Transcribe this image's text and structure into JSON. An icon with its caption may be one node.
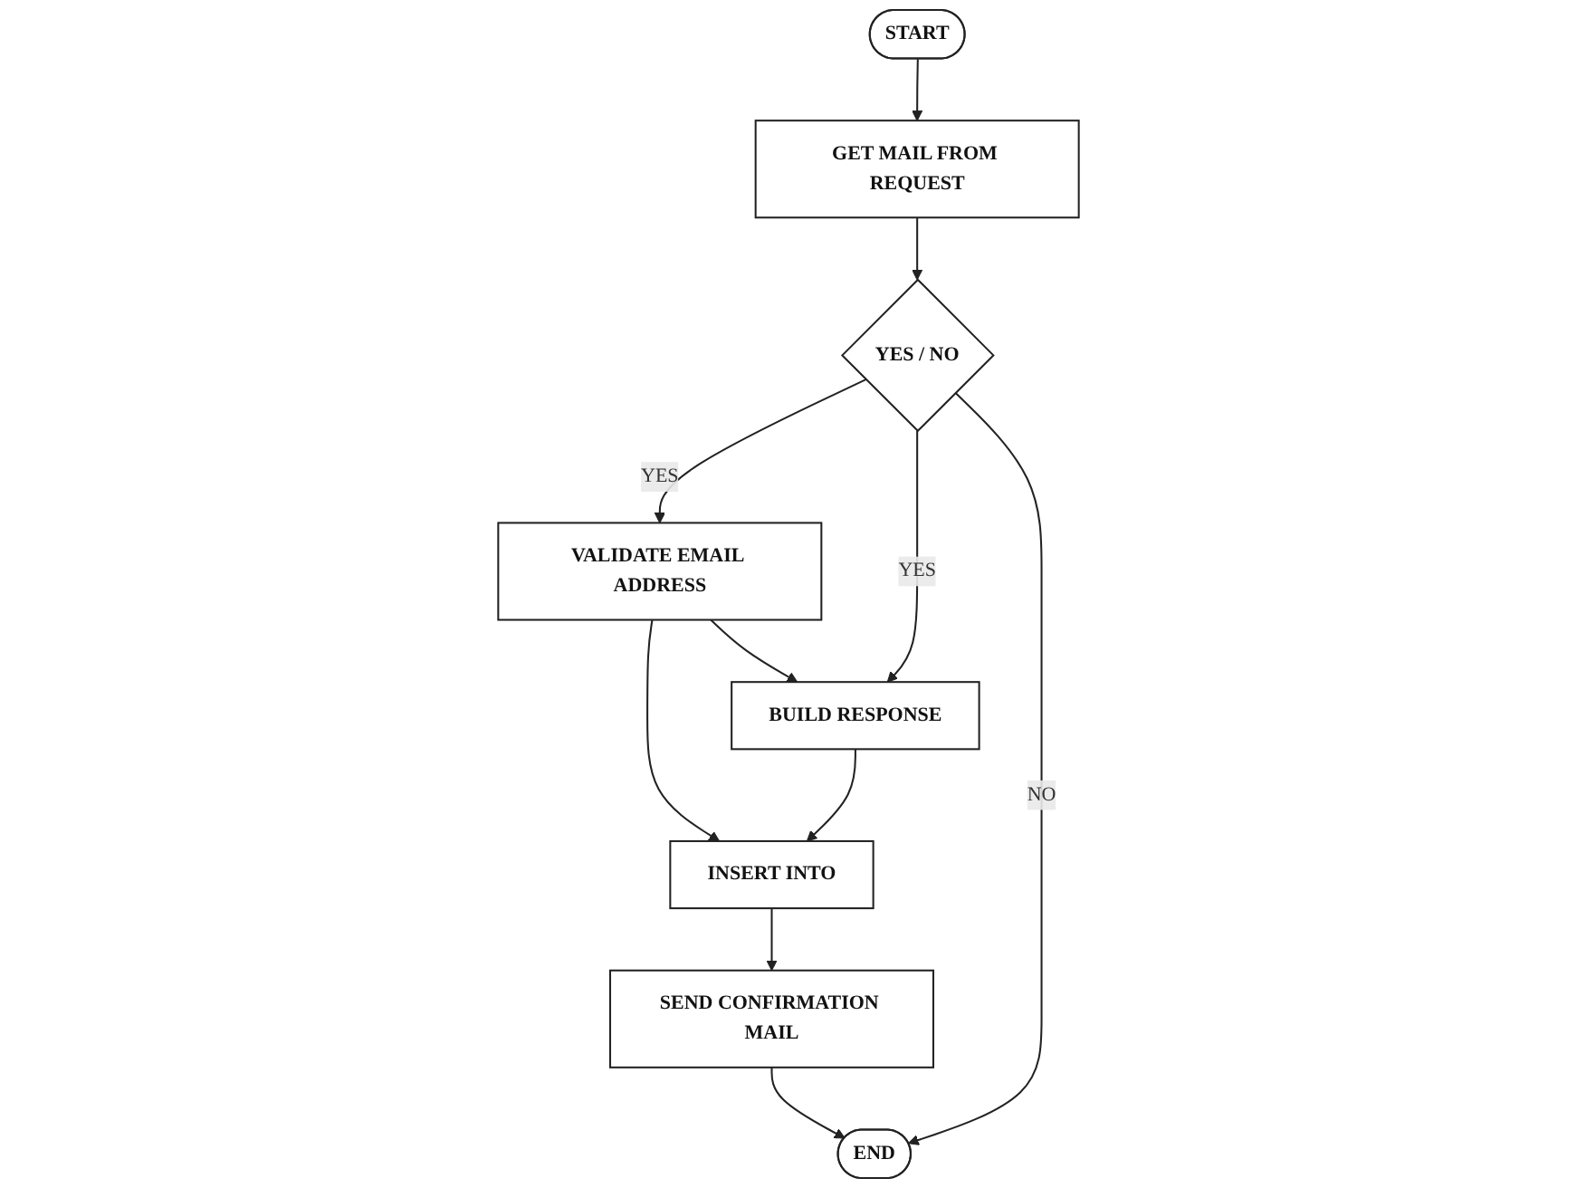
{
  "diagram": {
    "nodes": [
      {
        "text": [
          "START"
        ]
      },
      {
        "text": [
          "GET MAIL FROM REQUEST"
        ]
      },
      {
        "text": [
          "YES / NO"
        ]
      },
      {
        "text": [
          "VALIDATE EMAIL ADDRESS"
        ]
      },
      {
        "text": [
          "BUILD RESPONSE"
        ]
      },
      {
        "text": [
          "INSERT INTO"
        ]
      },
      {
        "text": [
          "SEND CONFIRMATION MAIL"
        ]
      },
      {
        "text": [
          "END"
        ]
      }
    ],
    "edges": [
      {
        "from": 0,
        "to": 1,
        "arrow": "to"
      },
      {
        "from": 1,
        "to": 2,
        "arrow": "to"
      },
      {
        "from": 2,
        "to": 3,
        "label": "YES",
        "arrow": "to"
      },
      {
        "from": 2,
        "to": 4,
        "label": "YES",
        "arrow": "to"
      },
      {
        "from": 2,
        "to": 7,
        "label": "NO",
        "arrow": "to"
      },
      {
        "from": 3,
        "to": 5,
        "arrow": "to"
      },
      {
        "from": 3,
        "to": 4,
        "arrow": "to"
      },
      {
        "from": 4,
        "to": 5,
        "arrow": "to"
      },
      {
        "from": 5,
        "to": 6,
        "arrow": "to"
      },
      {
        "from": 6,
        "to": 7,
        "arrow": "to"
      }
    ]
  }
}
